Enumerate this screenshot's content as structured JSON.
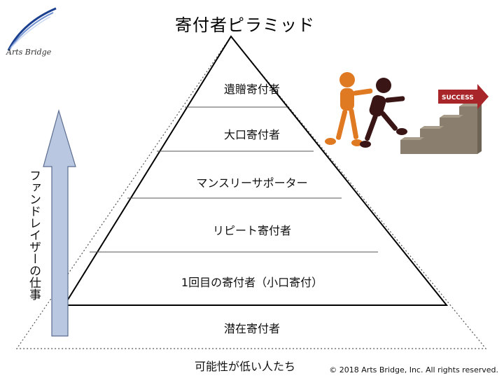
{
  "title": "寄付者ピラミッド",
  "logo": {
    "text": "Arts Bridge"
  },
  "tiers": [
    {
      "label": "遺贈寄付者"
    },
    {
      "label": "大口寄付者"
    },
    {
      "label": "マンスリーサポーター"
    },
    {
      "label": "リピート寄付者"
    },
    {
      "label": "1回目の寄付者（小口寄付）"
    },
    {
      "label": "潜在寄付者"
    }
  ],
  "bottom_label": "可能性が低い人たち",
  "side_label": "ファンドレイザーの仕事",
  "success_sign": "SUCCESS",
  "copyright": "© 2018 Arts Bridge, Inc. All rights reserved.",
  "colors": {
    "arrow_fill": "#b9c7e0",
    "arrow_stroke": "#5a6c8f",
    "success_red": "#a8262a",
    "stairs": "#8a7e6e"
  }
}
